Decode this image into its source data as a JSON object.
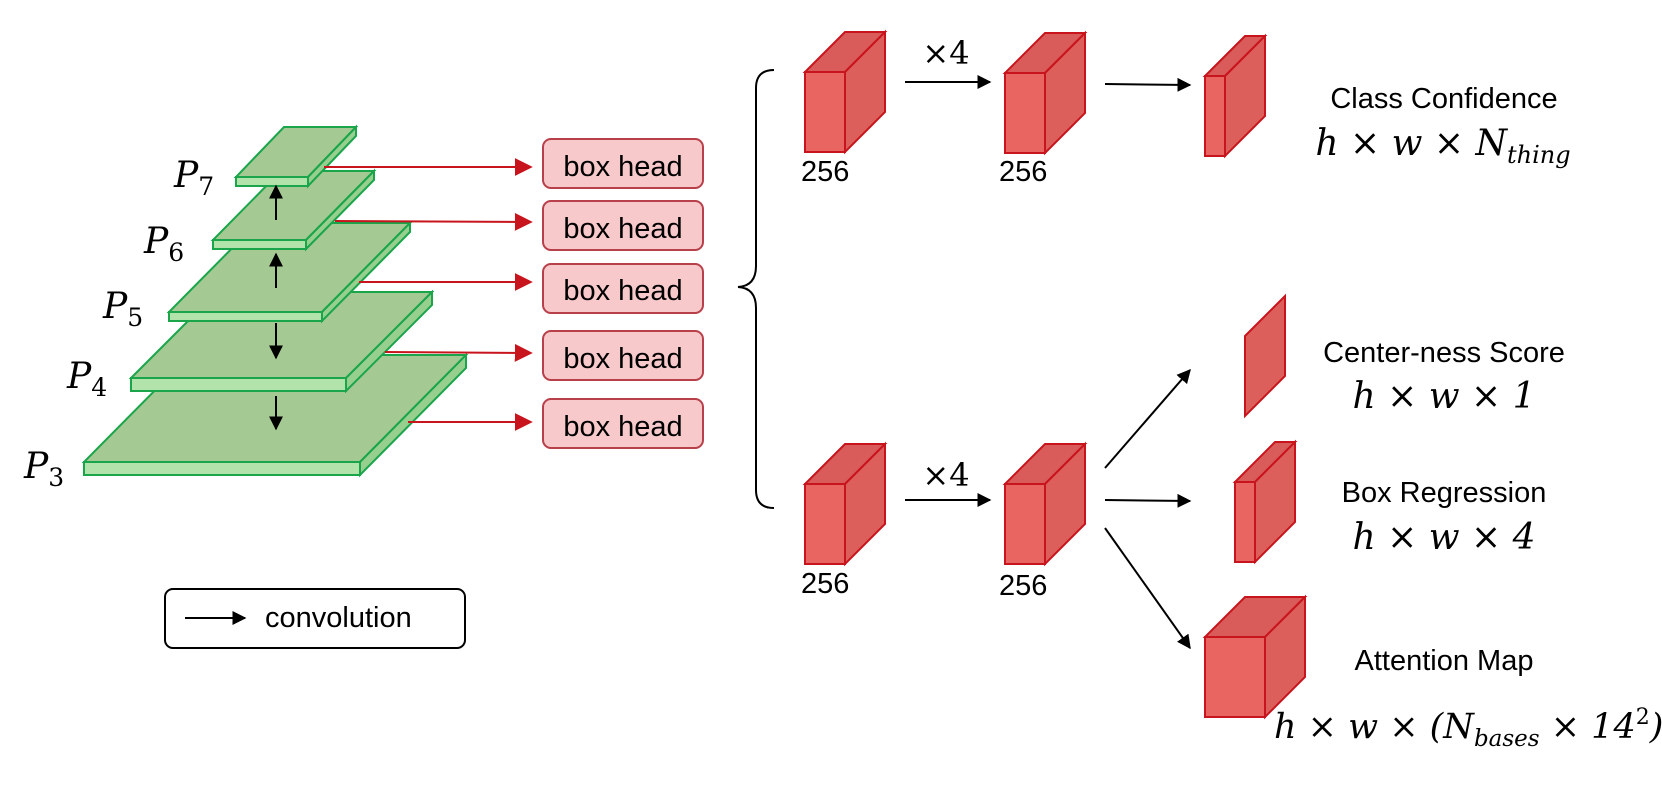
{
  "pyramid": {
    "levels": [
      {
        "letter": "P",
        "sub": "7"
      },
      {
        "letter": "P",
        "sub": "6"
      },
      {
        "letter": "P",
        "sub": "5"
      },
      {
        "letter": "P",
        "sub": "4"
      },
      {
        "letter": "P",
        "sub": "3"
      }
    ]
  },
  "box_heads": [
    "box head",
    "box head",
    "box head",
    "box head",
    "box head"
  ],
  "legend": {
    "label": "convolution"
  },
  "branches": {
    "top": {
      "repeat": "×4",
      "channels_1": "256",
      "channels_2": "256"
    },
    "bottom": {
      "repeat": "×4",
      "channels_1": "256",
      "channels_2": "256"
    }
  },
  "outputs": {
    "class_confidence": {
      "title": "Class Confidence",
      "formula_main": "h × w × N",
      "formula_sub": "thing"
    },
    "centerness": {
      "title": "Center-ness Score",
      "formula": "h × w × 1"
    },
    "box_regression": {
      "title": "Box Regression",
      "formula": "h × w × 4"
    },
    "attention_map": {
      "title": "Attention Map",
      "formula_a": "h × w × (N",
      "formula_sub": "bases",
      "formula_b": " × 14",
      "formula_sup": "2",
      "formula_c": ")"
    }
  },
  "colors": {
    "pyramid_green": "#a5c993",
    "pyramid_edge": "#1aa54b",
    "cube_red": "#e86562",
    "cube_edge": "#c8141c",
    "box_head_fill": "#f7c9cb",
    "arrow_red": "#c8141c"
  }
}
